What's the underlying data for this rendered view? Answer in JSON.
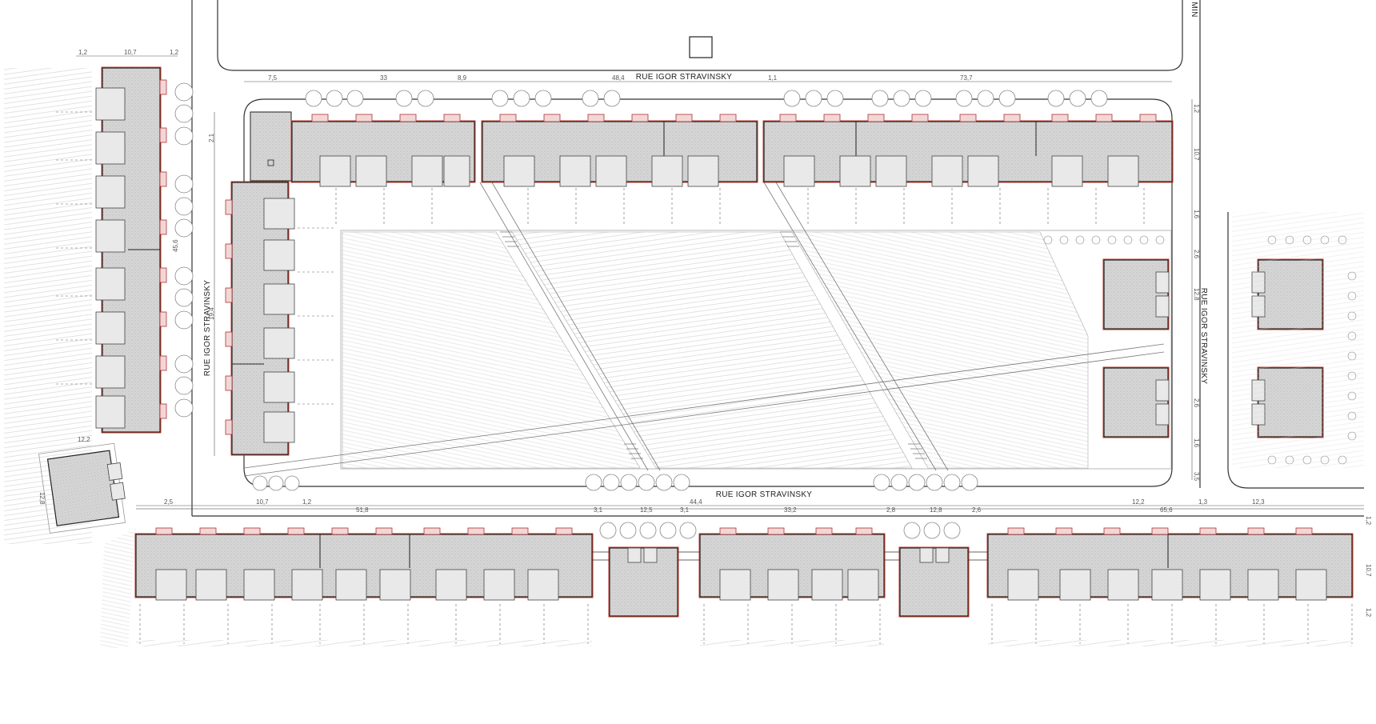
{
  "plan": {
    "street_labels": {
      "top": "RUE IGOR STRAVINSKY",
      "left": "RUE IGOR STRAVINSKY",
      "right": "RUE IGOR STRAVINSKY",
      "bottom": "RUE IGOR STRAVINSKY",
      "top_right_edge": "MIN"
    },
    "dimensions": {
      "top": [
        "7,5",
        "33",
        "8,9",
        "48,4",
        "1,1",
        "73,7"
      ],
      "left_block": [
        "1,2",
        "10,7",
        "1,2",
        "45,6"
      ],
      "left_side": [
        "2,1",
        "19,4"
      ],
      "bottom_left": [
        "2,5",
        "10,7",
        "1,2",
        "51,8"
      ],
      "bottom_mid": [
        "3,1",
        "12,5",
        "3,1",
        "44,4",
        "33,2",
        "2,8",
        "12,8",
        "2,6"
      ],
      "bottom_right": [
        "12,2",
        "65,6",
        "1,3",
        "12,3"
      ],
      "right_side": [
        "1,2",
        "10,7",
        "1,6",
        "2,6",
        "12,8",
        "2,6",
        "1,6",
        "3,5"
      ],
      "small_pavilion": [
        "12,2",
        "12,8"
      ],
      "bottom_far_right": [
        "1,2",
        "10,7",
        "1,2"
      ]
    }
  }
}
